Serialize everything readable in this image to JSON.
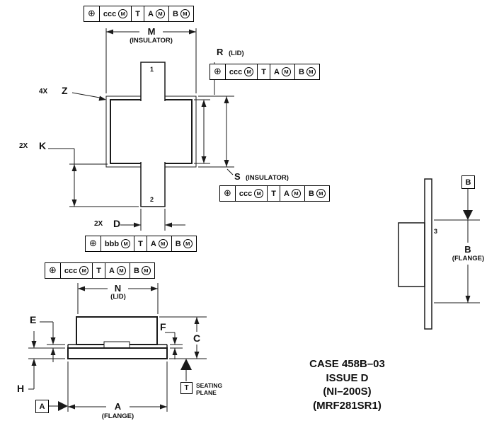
{
  "symbols": {
    "position": "⊕",
    "mmc": "M"
  },
  "frames": {
    "top": {
      "tol": "ccc",
      "d1": "T",
      "d2": "A",
      "d3": "B"
    },
    "lid": {
      "tol": "ccc",
      "d1": "T",
      "d2": "A",
      "d3": "B"
    },
    "insulator": {
      "tol": "ccc",
      "d1": "T",
      "d2": "A",
      "d3": "B"
    },
    "lead": {
      "tol": "bbb",
      "d1": "T",
      "d2": "A",
      "d3": "B"
    },
    "lid2": {
      "tol": "ccc",
      "d1": "T",
      "d2": "A",
      "d3": "B"
    }
  },
  "dims": {
    "m": "M",
    "m_sub": "(INSULATOR)",
    "r": "R",
    "r_sub": "(LID)",
    "s": "S",
    "s_sub": "(INSULATOR)",
    "z_qty": "4X",
    "z": "Z",
    "k_qty": "2X",
    "k": "K",
    "d_qty": "2X",
    "d": "D",
    "n": "N",
    "n_sub": "(LID)",
    "e": "E",
    "f": "F",
    "c": "C",
    "h": "H",
    "a": "A",
    "a_sub": "(FLANGE)",
    "b": "B",
    "b_sub": "(FLANGE)"
  },
  "datums": {
    "a": "A",
    "b": "B",
    "t": "T"
  },
  "seating": {
    "line1": "SEATING",
    "line2": "PLANE"
  },
  "pins": {
    "p1": "1",
    "p2": "2",
    "p3": "3"
  },
  "caption": {
    "line1": "CASE 458B–03",
    "line2": "ISSUE D",
    "line3": "(NI–200S)",
    "line4": "(MRF281SR1)"
  }
}
